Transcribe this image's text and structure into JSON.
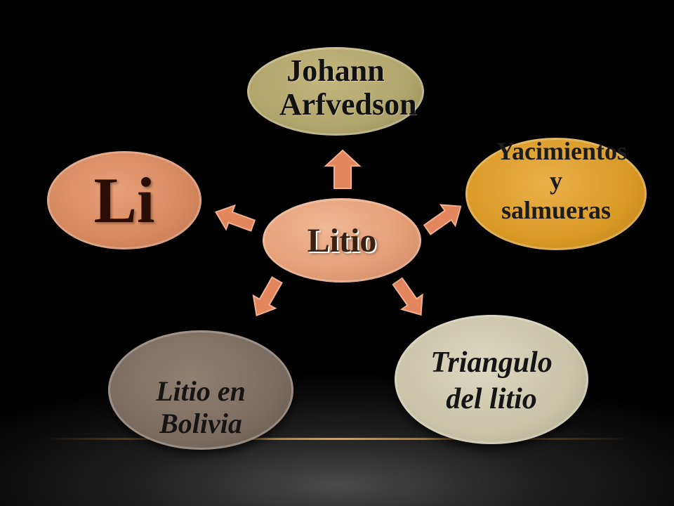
{
  "diagram": {
    "center": {
      "label": "Litio"
    },
    "nodes": {
      "top": "Johann Arfvedson",
      "left": "Li",
      "right": "Yacimientos y salmueras",
      "bottom_left": "Litio en Bolivia",
      "bottom_right": "Triangulo del litio"
    }
  },
  "colors": {
    "arrow": "#e3865e",
    "center": "#e6a078",
    "top": "#b0a56b",
    "left": "#d6895f",
    "right": "#d99a25",
    "bottom_left": "#7a6c60",
    "bottom_right": "#c9c4a8"
  }
}
